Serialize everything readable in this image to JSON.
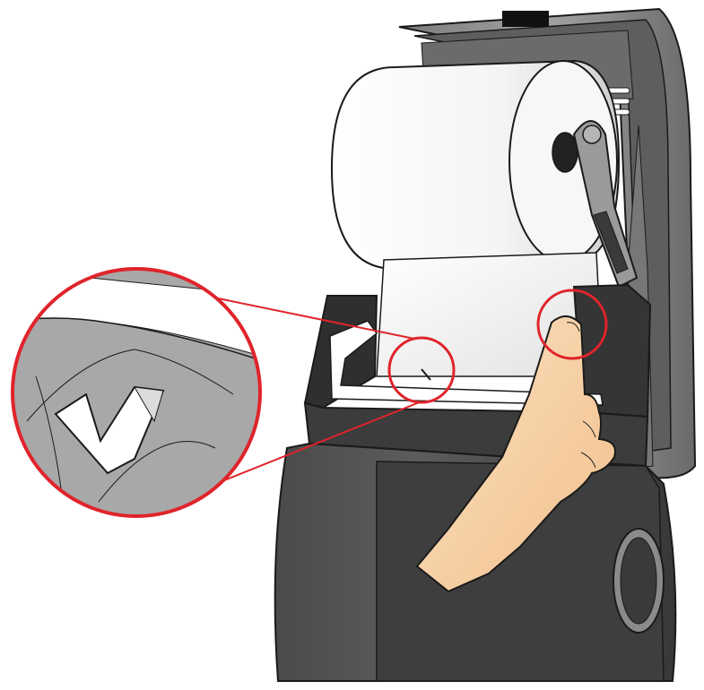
{
  "figure": {
    "kind": "instructional-illustration",
    "subject": "paper-towel-dispenser",
    "callouts": 2,
    "colors": {
      "outline": "#1a1a1a",
      "housing_dark": "#3a3a3a",
      "housing_mid": "#5a5a5a",
      "housing_light": "#8a8a8a",
      "paper": "#ffffff",
      "paper_shade": "#dcdcdc",
      "callout_red": "#e0242b",
      "skin": "#f6cfa2",
      "zoom_bg": "#a8a8a8"
    },
    "icons": [
      "paper-roll-icon",
      "finger-pointer-icon",
      "zoom-callout-icon",
      "paper-tab-icon"
    ]
  }
}
